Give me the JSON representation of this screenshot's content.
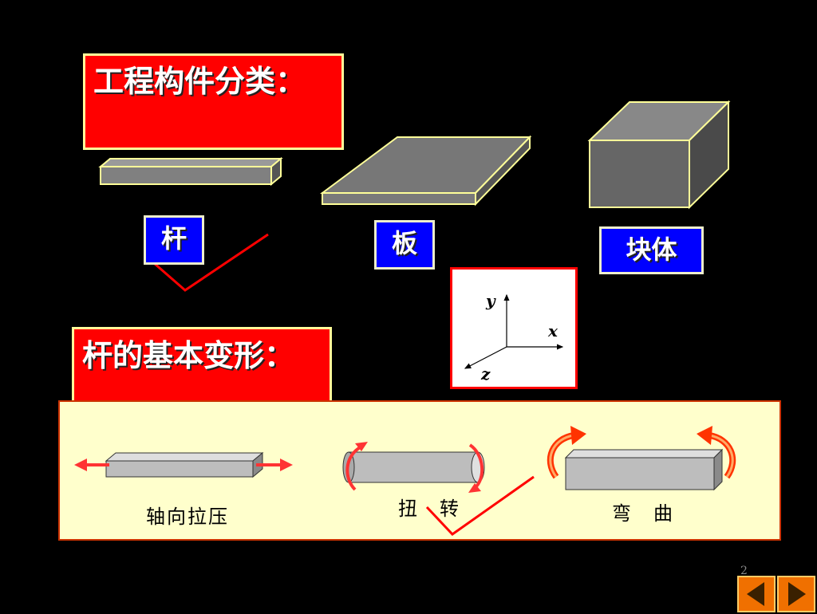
{
  "slide": {
    "title_classification": "工程构件分类：",
    "types": {
      "rod": "杆",
      "plate": "板",
      "block": "块体"
    },
    "title_deformation": "杆的基本变形：",
    "axes": {
      "x": "x",
      "y": "y",
      "z": "z"
    },
    "deformations": {
      "axial": "轴向拉压",
      "torsion": "扭　转",
      "bending": "弯　曲"
    },
    "page_number": "2"
  },
  "nav": {
    "prev_icon": "triangle-left-icon",
    "next_icon": "triangle-right-icon"
  },
  "colors": {
    "background": "#000000",
    "title_box": "#ff0000",
    "label_box": "#0000ff",
    "panel": "#ffffcc",
    "nav": "#f07000"
  }
}
